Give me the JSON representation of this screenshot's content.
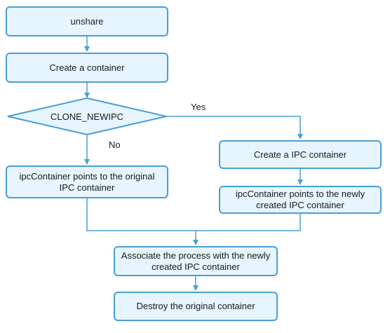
{
  "colors": {
    "node_fill": "#e6f5ff",
    "node_border": "#4a9fd4",
    "connector": "#4a9fd4",
    "text": "#1a1a1a"
  },
  "nodes": {
    "unshare": "unshare",
    "create_container": "Create a container",
    "decision": "CLONE_NEWIPC",
    "points_original": "ipcContainer points to the original IPC container",
    "create_ipc": "Create a IPC container",
    "points_new": "ipcContainer points to the newly created IPC container",
    "associate": "Associate the process with the newly created IPC container",
    "destroy": "Destroy the original container"
  },
  "edges": {
    "yes": "Yes",
    "no": "No"
  }
}
